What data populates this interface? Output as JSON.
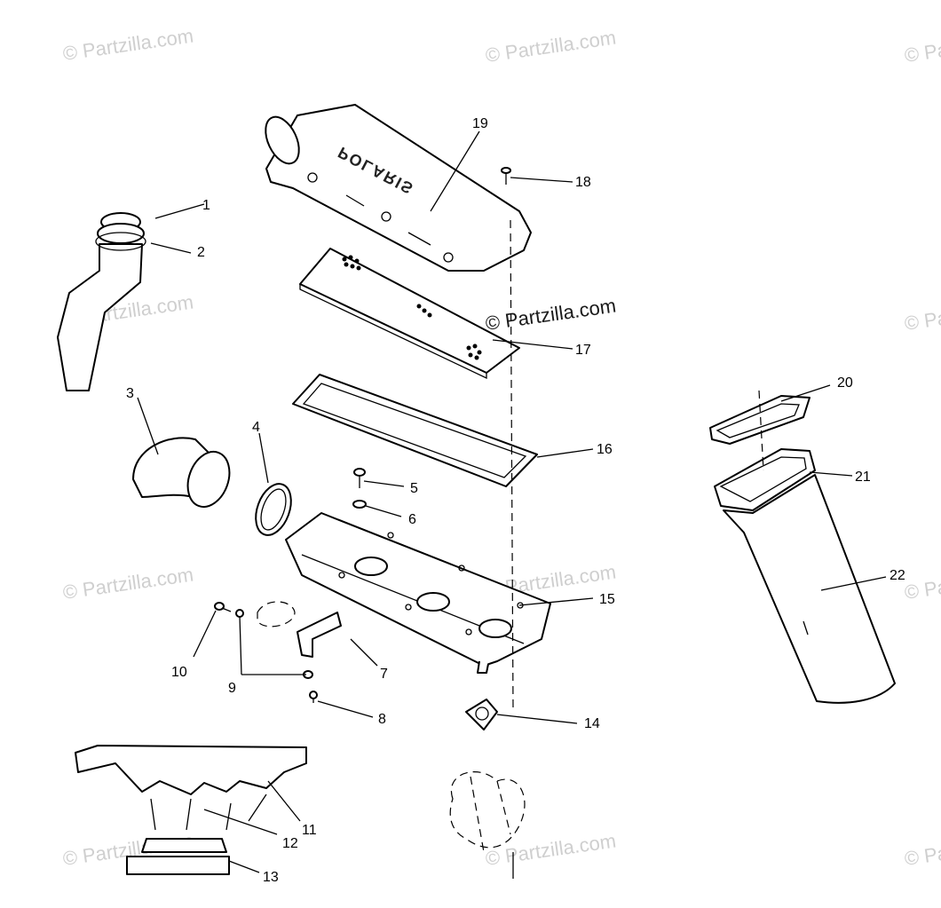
{
  "watermark": {
    "text": "© Partzilla.com",
    "center_text": "© Partzilla.com"
  },
  "logo_text": "POLARIS",
  "callouts": {
    "c1": "1",
    "c2": "2",
    "c3": "3",
    "c4": "4",
    "c5": "5",
    "c6": "6",
    "c7": "7",
    "c8": "8",
    "c9": "9",
    "c10": "10",
    "c11": "11",
    "c12": "12",
    "c13": "13",
    "c14": "14",
    "c15": "15",
    "c16": "16",
    "c17": "17",
    "c18": "18",
    "c19": "19",
    "c20": "20",
    "c21": "21",
    "c22": "22"
  }
}
